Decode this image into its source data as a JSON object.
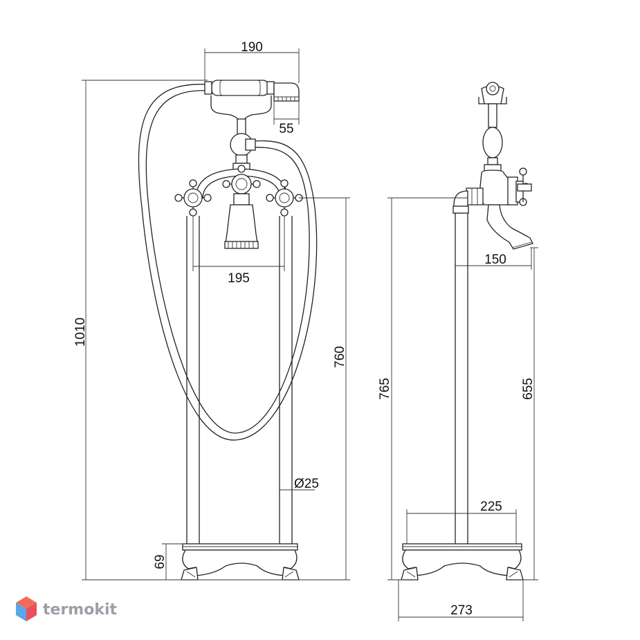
{
  "front_view": {
    "width_handshower": "190",
    "handshower_head": "55",
    "spacing_pillars": "195",
    "height_total": "1010",
    "height_outlet": "760",
    "pipe_diameter": "Ø25",
    "base_height": "69"
  },
  "side_view": {
    "spout_reach": "150",
    "height_pipe": "765",
    "height_spout": "655",
    "base_inner_width": "225",
    "base_width": "273"
  },
  "watermark": {
    "brand": "termokit",
    "colors": {
      "top": "#f26b5b",
      "left": "#5aa6e8",
      "right": "#e8505b"
    }
  }
}
